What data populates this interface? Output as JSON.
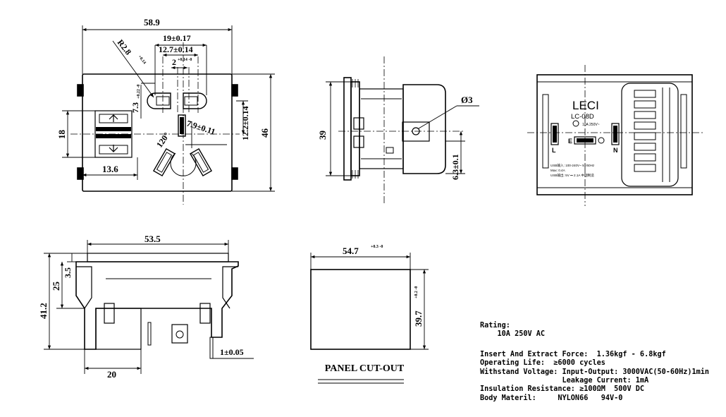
{
  "front_view": {
    "width_total": "58.9",
    "pin_spacing_19": "19±0.17",
    "pin_spacing_12_7": "12.7±0.14",
    "pin_small": "2",
    "pin_small_tol": "+0.14 -0",
    "radius": "R2.8",
    "radius_tol": "+0.14",
    "slot_7_3": "7.3",
    "slot_7_3_tol": "+0.22 -0",
    "dim_7_9": "7.9±0.11",
    "angle_120": "120°",
    "height_12_2": "12.2±0.14",
    "height_46": "46",
    "height_18": "18",
    "width_13_6": "13.6"
  },
  "side_view": {
    "height_39": "39",
    "diameter": "Ø3",
    "dim_6_3": "6.3±0.1"
  },
  "back_view": {
    "brand": "LECI",
    "model": "LC-08D",
    "rating": "10A 250V~",
    "label_l": "L",
    "label_e": "E",
    "label_n": "N",
    "usb_input": "USB输入: 100-240V~ 50/60Hz",
    "usb_max": "Max: 0.4A",
    "usb_output": "USB输出: 5V ⎓ 2.1A  中国制造"
  },
  "bottom_view": {
    "width_53_5": "53.5",
    "height_3_5": "3.5",
    "height_25": "25",
    "height_41_2": "41.2",
    "width_20": "20",
    "pin_1": "1±0.05"
  },
  "panel_cutout": {
    "width": "54.7",
    "width_tol": "+0.3 -0",
    "height": "39.7",
    "height_tol": "+0.2 -0",
    "label": "PANEL CUT-OUT"
  },
  "specs": {
    "rating_title": "Rating:",
    "rating_value": "    10A 250V AC",
    "force": "Insert And Extract Force:  1.36kgf - 6.8kgf",
    "life": "Operating Life:  ≥6000 cycles",
    "voltage": "Withstand Voltage: Input-Output: 3000VAC(50-60Hz)1min",
    "leakage": "                   Leakage Current: 1mA",
    "insulation": "Insulation Resistance: ≥100ΩM  500V DC",
    "material": "Body Materil:     NYLON66   94V-0"
  }
}
